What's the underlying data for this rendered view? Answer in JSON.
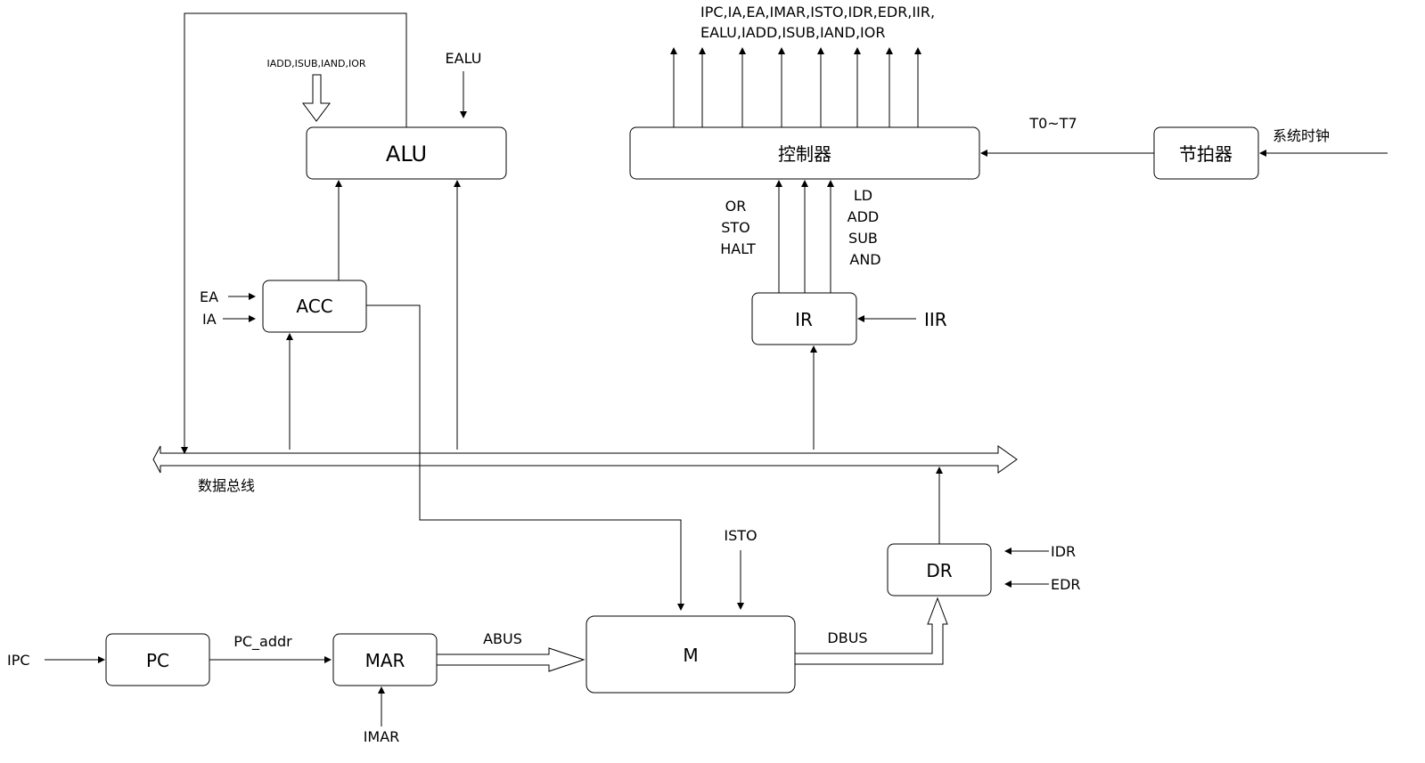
{
  "blocks": {
    "alu": "ALU",
    "controller": "控制器",
    "beat": "节拍器",
    "acc": "ACC",
    "ir": "IR",
    "pc": "PC",
    "mar": "MAR",
    "m": "M",
    "dr": "DR"
  },
  "labels": {
    "ctrl_out_line1": "IPC,IA,EA,IMAR,ISTO,IDR,EDR,IIR,",
    "ctrl_out_line2": "EALU,IADD,ISUB,IAND,IOR",
    "alu_ops": "IADD,ISUB,IAND,IOR",
    "ealu": "EALU",
    "t0t7": "T0~T7",
    "sys_clock": "系统时钟",
    "ir_left": [
      "OR",
      "STO",
      "HALT"
    ],
    "ir_right": [
      "LD",
      "ADD",
      "SUB",
      "AND"
    ],
    "iir": "IIR",
    "ea": "EA",
    "ia": "IA",
    "data_bus": "数据总线",
    "isto": "ISTO",
    "idr": "IDR",
    "edr": "EDR",
    "ipc": "IPC",
    "pc_addr": "PC_addr",
    "abus": "ABUS",
    "dbus": "DBUS",
    "imar": "IMAR"
  }
}
